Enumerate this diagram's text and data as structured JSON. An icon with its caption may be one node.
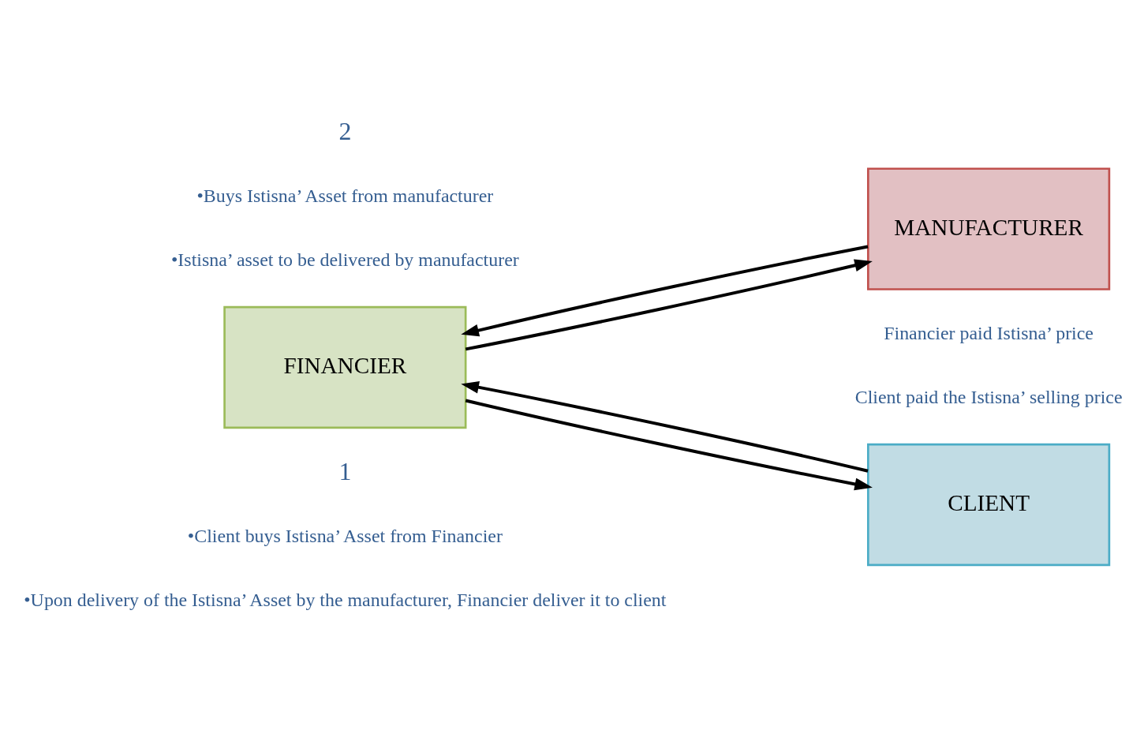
{
  "diagram": {
    "nodes": [
      {
        "text": [
          "MANUFACTURER"
        ]
      },
      {
        "text": [
          "FINANCIER"
        ]
      },
      {
        "text": [
          "CLIENT"
        ]
      }
    ],
    "edges": [
      {
        "from": 0,
        "to": 1,
        "arrow": "to"
      },
      {
        "from": 1,
        "to": 0,
        "arrow": "to"
      },
      {
        "from": 2,
        "to": 1,
        "arrow": "to"
      },
      {
        "from": 1,
        "to": 2,
        "arrow": "to"
      }
    ],
    "labels": [
      "2",
      "•Buys Istisna’ Asset from manufacturer",
      "•Istisna’ asset to be delivered by manufacturer",
      "Financier paid Istisna’ price",
      "Client paid the Istisna’ selling price",
      "1",
      "•Client buys Istisna’ Asset from Financier",
      "•Upon delivery of the Istisna’ Asset by the manufacturer, Financier deliver it to client"
    ]
  }
}
